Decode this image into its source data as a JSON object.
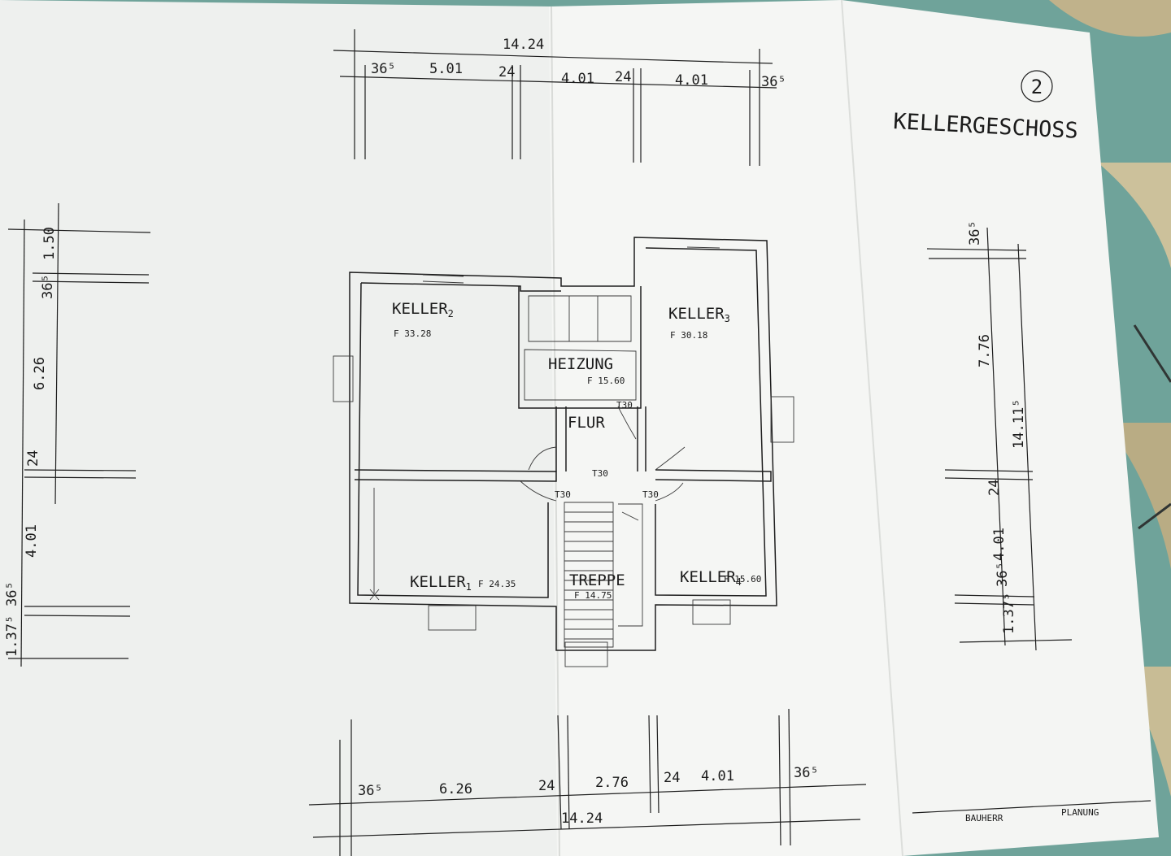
{
  "sheet": {
    "number": "2",
    "title": "KELLERGESCHOSS",
    "footer_left": "BAUHERR",
    "footer_right": "PLANUNG"
  },
  "colors": {
    "paper": "#f3f4f1",
    "paper_fold": "#e9ebe8",
    "ink": "#1e1e1e",
    "tablecloth": "#6fa39a"
  },
  "top_dims": {
    "total": "14.24",
    "segments": [
      "36⁵",
      "5.01",
      "24",
      "4.01",
      "24",
      "4.01",
      "36⁵"
    ]
  },
  "bottom_dims": {
    "total": "14.24",
    "segments": [
      "36⁵",
      "6.26",
      "24",
      "2.76",
      "24",
      "4.01",
      "36⁵"
    ]
  },
  "left_dims": {
    "segments": [
      "1.50",
      "36⁵",
      "6.26",
      "24",
      "4.01",
      "36⁵",
      "1.37⁵"
    ]
  },
  "right_dims": {
    "total": "14.11⁵",
    "segments": [
      "36⁵",
      "7.76",
      "24",
      "4.01",
      "36⁵",
      "1.37⁵"
    ]
  },
  "rooms": [
    {
      "name": "KELLER",
      "sub": "2",
      "area": "F  33.28"
    },
    {
      "name": "KELLER",
      "sub": "3",
      "area": "F  30.18"
    },
    {
      "name": "HEIZUNG",
      "area": "F 15.60"
    },
    {
      "name": "FLUR"
    },
    {
      "name": "KELLER",
      "sub": "1",
      "area": "F  24.35"
    },
    {
      "name": "TREPPE",
      "area": "F  14.75"
    },
    {
      "name": "KELLER",
      "sub": "4",
      "area": "F 15.60"
    }
  ],
  "door_labels": [
    "T30",
    "T30",
    "T30",
    "T30"
  ]
}
